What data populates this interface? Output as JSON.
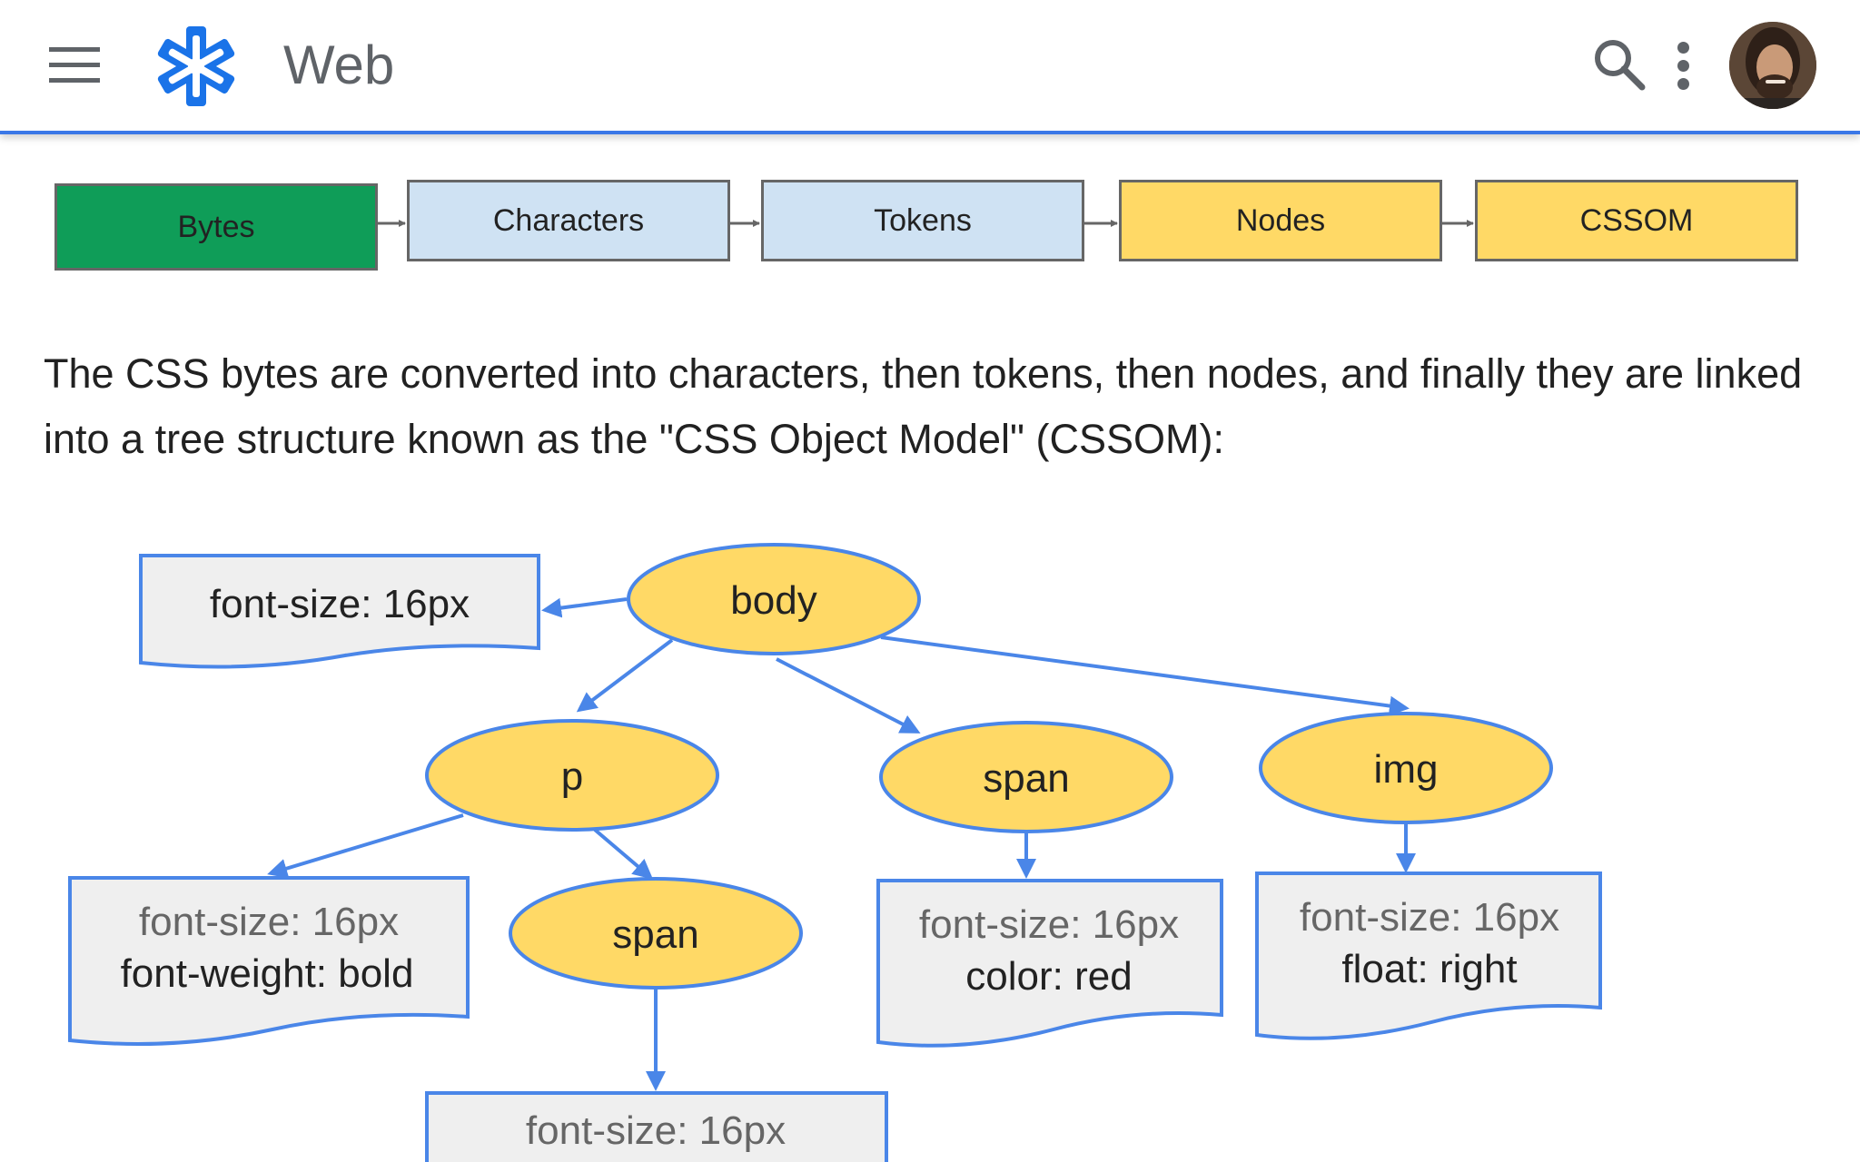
{
  "header": {
    "title": "Web",
    "icons": {
      "menu": "hamburger-menu-icon",
      "logo": "asterisk-logo-icon",
      "search": "search-icon",
      "more": "more-vert-icon",
      "avatar": "user-avatar"
    },
    "accent_color": "#3b78e7"
  },
  "pipeline": {
    "stages": [
      {
        "label": "Bytes",
        "color": "#0f9d58"
      },
      {
        "label": "Characters",
        "color": "#cfe2f3"
      },
      {
        "label": "Tokens",
        "color": "#cfe2f3"
      },
      {
        "label": "Nodes",
        "color": "#ffd966"
      },
      {
        "label": "CSSOM",
        "color": "#ffd966"
      }
    ]
  },
  "paragraph": {
    "text": "The CSS bytes are converted into characters, then tokens, then nodes, and finally they are linked into a tree structure known as the \"CSS Object Model\" (CSSOM):"
  },
  "cssom_tree": {
    "node_color": "#ffd966",
    "edge_color": "#4a86e8",
    "nodes": {
      "body": "body",
      "p": "p",
      "span_child": "span",
      "span": "span",
      "img": "img"
    },
    "styles": {
      "body": {
        "line1": "font-size: 16px"
      },
      "p": {
        "line1": "font-size: 16px",
        "line2": "font-weight: bold"
      },
      "span": {
        "line1": "font-size: 16px",
        "line2": "color: red"
      },
      "img": {
        "line1": "font-size: 16px",
        "line2": "float: right"
      },
      "span_child": {
        "line1": "font-size: 16px"
      }
    }
  }
}
